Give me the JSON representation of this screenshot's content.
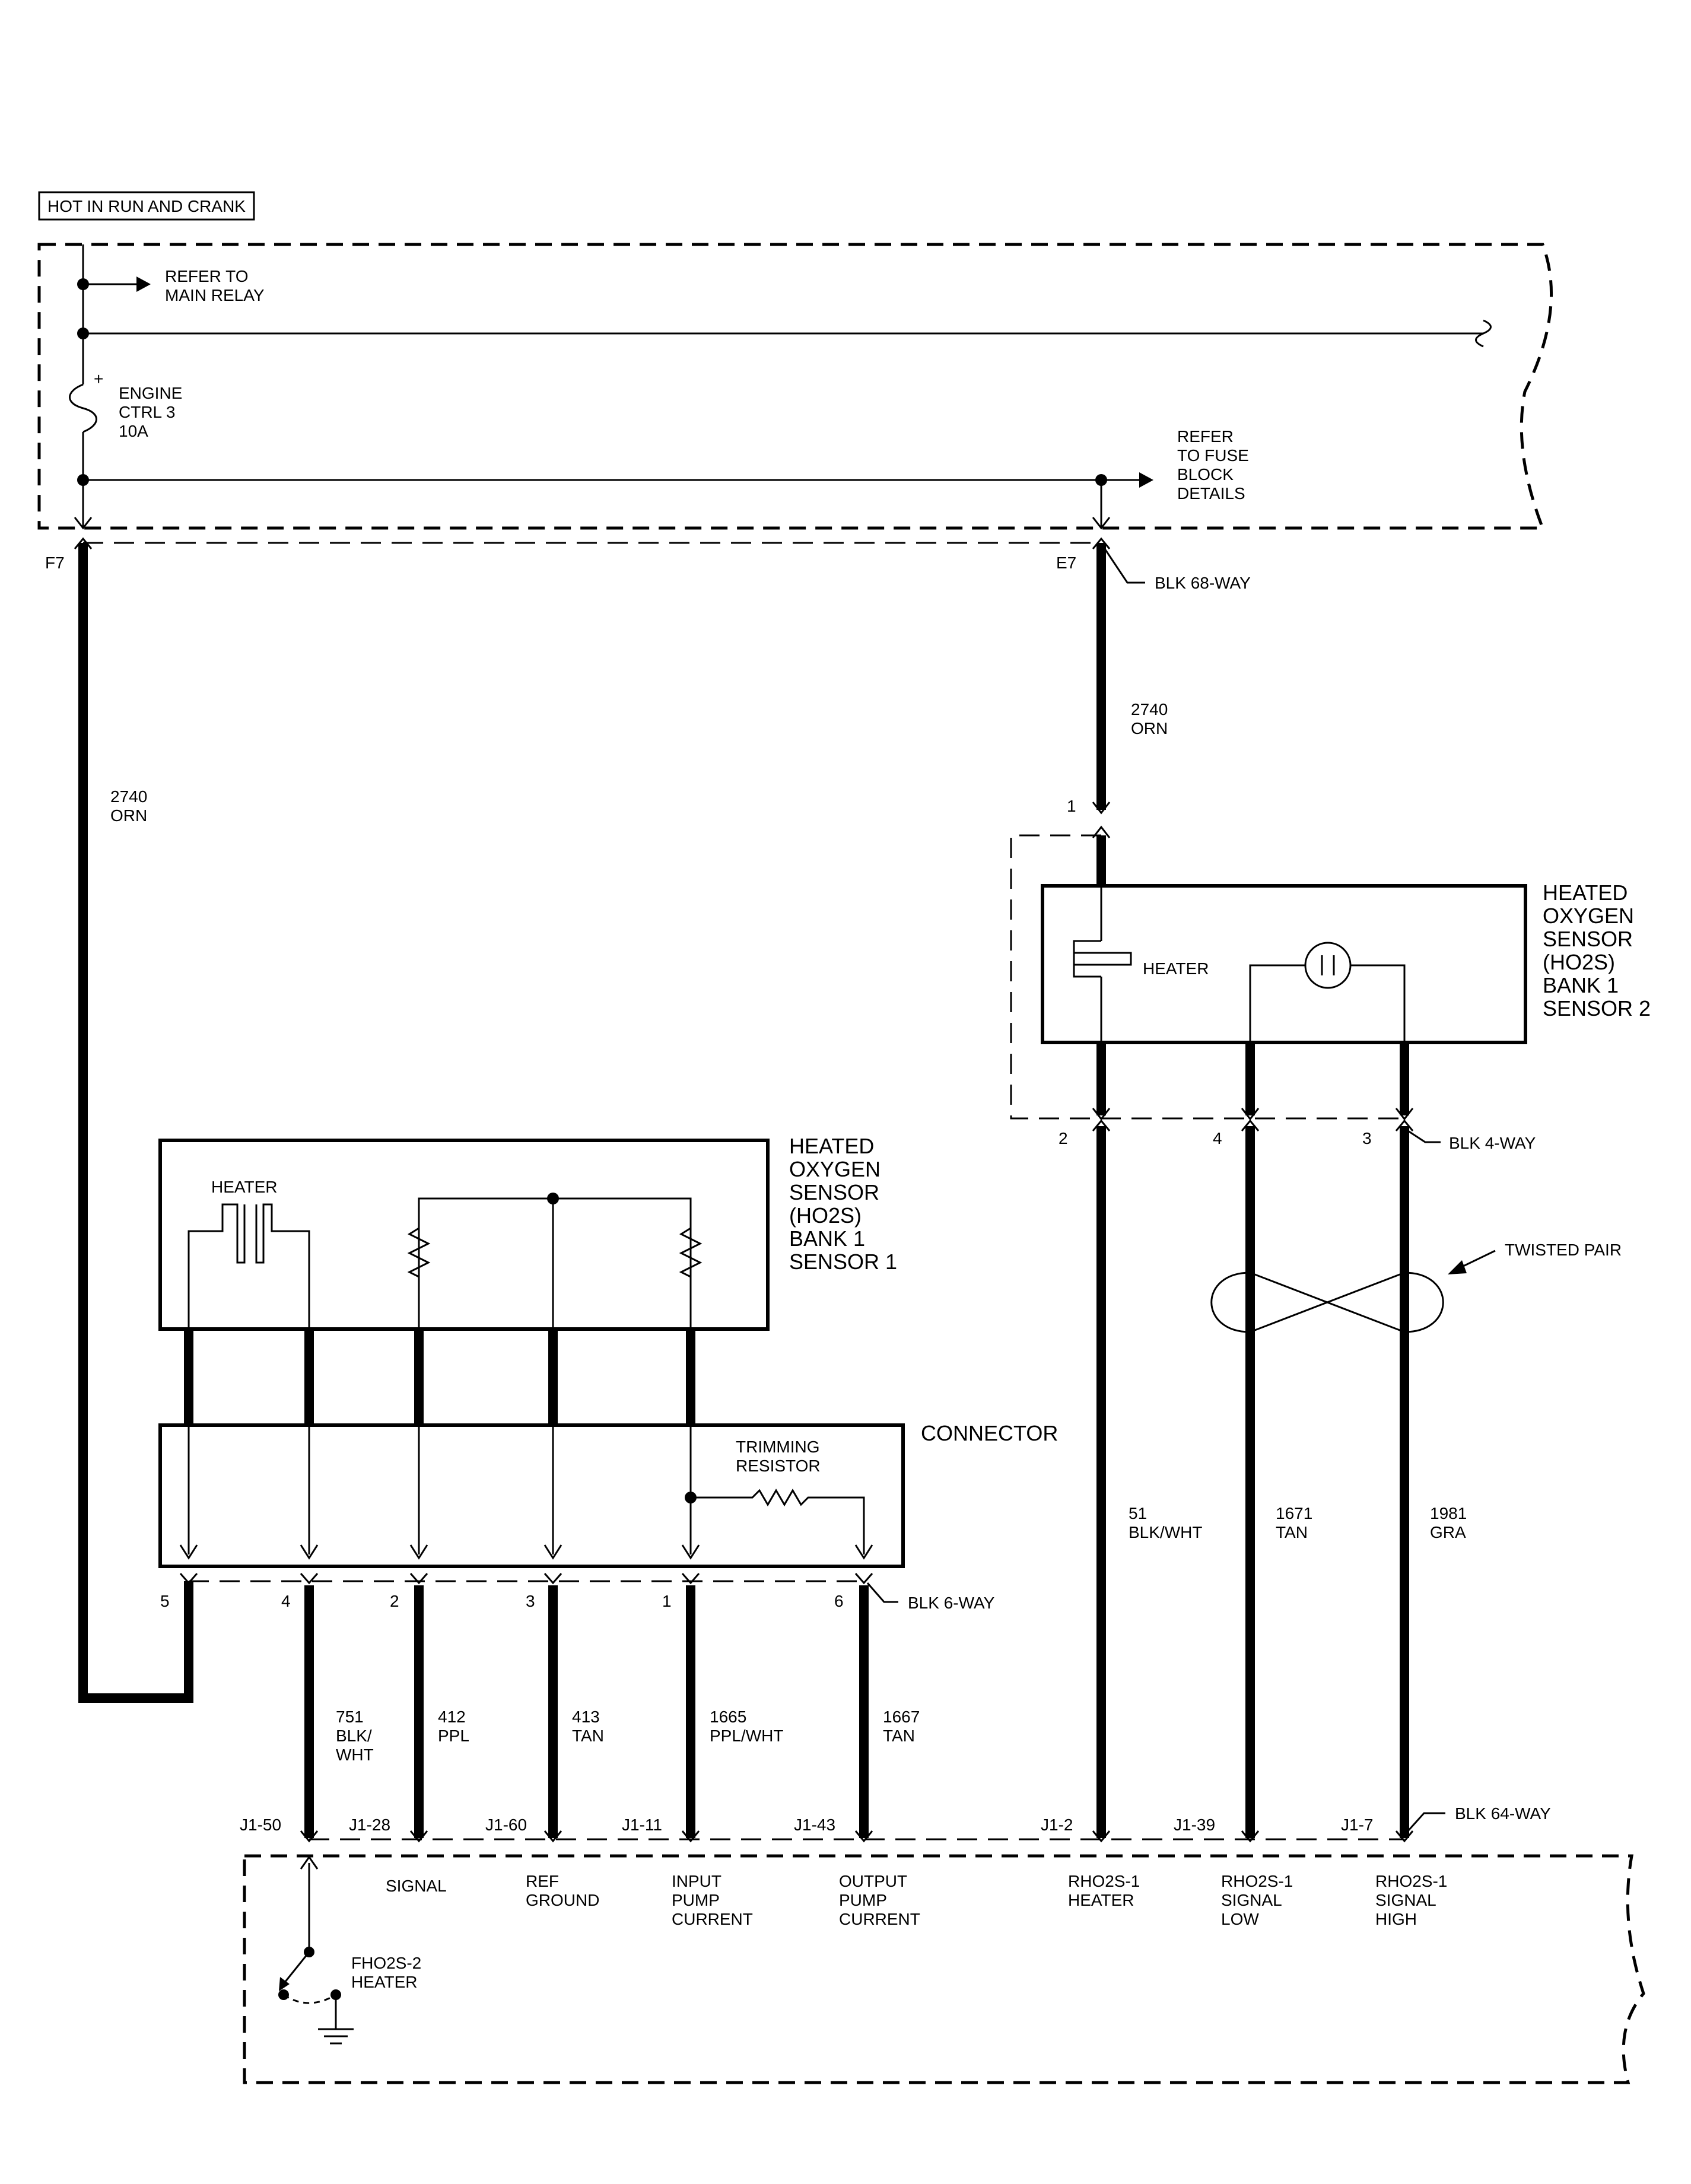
{
  "power_label": "HOT IN RUN AND CRANK",
  "fuse_block": {
    "refer_main_relay": [
      "REFER TO",
      "MAIN RELAY"
    ],
    "fuse": [
      "ENGINE",
      "CTRL 3",
      "10A"
    ],
    "fuse_plus": "+",
    "refer_fuse_block": [
      "REFER",
      "TO FUSE",
      "BLOCK",
      "DETAILS"
    ],
    "pin_left": "F7",
    "pin_right": "E7",
    "connector": "BLK 68-WAY"
  },
  "wires": {
    "feed_left": [
      "2740",
      "ORN"
    ],
    "feed_right": [
      "2740",
      "ORN"
    ],
    "s2_heater": [
      "51",
      "BLK/WHT"
    ],
    "s2_low": [
      "1671",
      "TAN"
    ],
    "s2_high": [
      "1981",
      "GRA"
    ],
    "s1_heater": [
      "751",
      "BLK/",
      "WHT"
    ],
    "s1_signal": [
      "412",
      "PPL"
    ],
    "s1_ref": [
      "413",
      "TAN"
    ],
    "s1_input": [
      "1665",
      "PPL/WHT"
    ],
    "s1_output": [
      "1667",
      "TAN"
    ]
  },
  "sensor2": {
    "title": [
      "HEATED",
      "OXYGEN",
      "SENSOR",
      "(HO2S)",
      "BANK  1",
      "SENSOR  2"
    ],
    "heater": "HEATER",
    "pin_top": "1",
    "pins": [
      "2",
      "4",
      "3"
    ],
    "connector": "BLK 4-WAY",
    "twisted_pair": "TWISTED PAIR"
  },
  "sensor1": {
    "title": [
      "HEATED",
      "OXYGEN",
      "SENSOR",
      "(HO2S)",
      "BANK  1",
      "SENSOR  1"
    ],
    "heater": "HEATER",
    "connector_title": "CONNECTOR",
    "trimming_resistor": [
      "TRIMMING",
      "RESISTOR"
    ],
    "pins": [
      "5",
      "4",
      "2",
      "3",
      "1",
      "6"
    ],
    "connector": "BLK 6-WAY"
  },
  "pcm": {
    "pins": [
      "J1-50",
      "J1-28",
      "J1-60",
      "J1-11",
      "J1-43",
      "J1-2",
      "J1-39",
      "J1-7"
    ],
    "connector": "BLK 64-WAY",
    "labels": {
      "signal": [
        "SIGNAL"
      ],
      "ref_ground": [
        "REF",
        "GROUND"
      ],
      "input_pump": [
        "INPUT",
        "PUMP",
        "CURRENT"
      ],
      "output_pump": [
        "OUTPUT",
        "PUMP",
        "CURRENT"
      ],
      "rh_heater": [
        "RHO2S-1",
        "HEATER"
      ],
      "rh_low": [
        "RHO2S-1",
        "SIGNAL",
        "LOW"
      ],
      "rh_high": [
        "RHO2S-1",
        "SIGNAL",
        "HIGH"
      ],
      "fh_heater": [
        "FHO2S-2",
        "HEATER"
      ]
    }
  }
}
